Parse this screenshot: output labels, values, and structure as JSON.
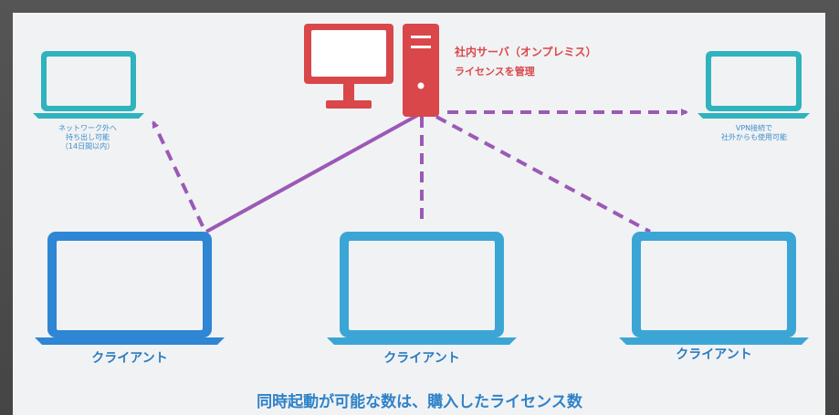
{
  "server": {
    "title": "社内サーバ（オンプレミス）",
    "subtitle": "ライセンスを管理"
  },
  "notes": {
    "offsite": [
      "ネットワーク外へ",
      "持ち出し可能",
      "（14日間以内）"
    ],
    "vpn": [
      "VPN接続で",
      "社外からも使用可能"
    ]
  },
  "clients": [
    "クライアント",
    "クライアント",
    "クライアント"
  ],
  "caption": "同時起動が可能な数は、購入したライセンス数",
  "colors": {
    "server": "#d9474a",
    "client_left": "#2e86d4",
    "client_other": "#3ba6d6",
    "laptop_small": "#2fb3bd",
    "connector": "#9b59b6"
  }
}
